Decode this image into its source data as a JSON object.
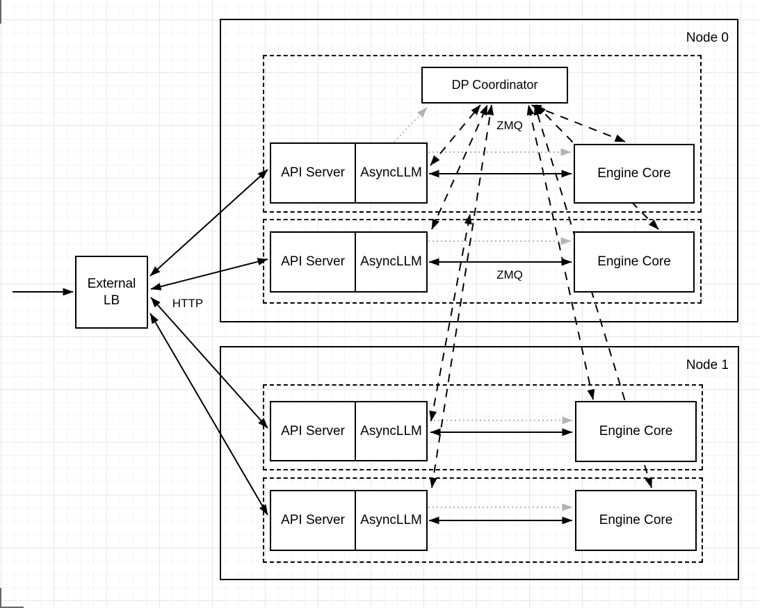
{
  "diagram": {
    "title_labels": {
      "node0": "Node 0",
      "node1": "Node 1"
    },
    "external_lb": {
      "label": "External LB"
    },
    "coordinator": {
      "label": "DP Coordinator"
    },
    "ranks": [
      {
        "api": "API Server",
        "async": "AsyncLLM",
        "engine": "Engine Core"
      },
      {
        "api": "API Server",
        "async": "AsyncLLM",
        "engine": "Engine Core"
      },
      {
        "api": "API Server",
        "async": "AsyncLLM",
        "engine": "Engine Core"
      },
      {
        "api": "API Server",
        "async": "AsyncLLM",
        "engine": "Engine Core"
      }
    ],
    "edge_labels": {
      "zmq_coordinator": "ZMQ",
      "zmq_rank2": "ZMQ",
      "http": "HTTP"
    },
    "edges": [
      {
        "from": "client",
        "to": "external-lb",
        "style": "solid-arrow"
      },
      {
        "from": "external-lb",
        "to": "api-server-rank1",
        "style": "solid-bidirectional",
        "label": "HTTP"
      },
      {
        "from": "external-lb",
        "to": "api-server-rank2",
        "style": "solid-bidirectional"
      },
      {
        "from": "external-lb",
        "to": "api-server-rank3",
        "style": "solid-bidirectional"
      },
      {
        "from": "external-lb",
        "to": "api-server-rank4",
        "style": "solid-bidirectional"
      },
      {
        "from": "asyncllm-rank1",
        "to": "engine-core-rank1",
        "style": "solid-bidirectional",
        "label": "ZMQ"
      },
      {
        "from": "asyncllm-rank2",
        "to": "engine-core-rank2",
        "style": "solid-bidirectional",
        "label": "ZMQ"
      },
      {
        "from": "asyncllm-rank3",
        "to": "engine-core-rank3",
        "style": "solid-bidirectional"
      },
      {
        "from": "asyncllm-rank4",
        "to": "engine-core-rank4",
        "style": "solid-bidirectional"
      },
      {
        "from": "asyncllm-rank1",
        "to": "engine-core-rank1",
        "style": "dotted-gray"
      },
      {
        "from": "asyncllm-rank2",
        "to": "engine-core-rank2",
        "style": "dotted-gray"
      },
      {
        "from": "asyncllm-rank3",
        "to": "engine-core-rank3",
        "style": "dotted-gray"
      },
      {
        "from": "asyncllm-rank4",
        "to": "engine-core-rank4",
        "style": "dotted-gray"
      },
      {
        "from": "asyncllm-rank1",
        "to": "dp-coordinator",
        "style": "dotted-gray"
      },
      {
        "from": "dp-coordinator",
        "to": "asyncllm-rank1",
        "style": "dashed-bidirectional"
      },
      {
        "from": "dp-coordinator",
        "to": "asyncllm-rank2",
        "style": "dashed-bidirectional"
      },
      {
        "from": "dp-coordinator",
        "to": "asyncllm-rank3",
        "style": "dashed-bidirectional"
      },
      {
        "from": "dp-coordinator",
        "to": "asyncllm-rank4",
        "style": "dashed-bidirectional"
      },
      {
        "from": "dp-coordinator",
        "to": "engine-core-rank1",
        "style": "dashed-bidirectional"
      },
      {
        "from": "dp-coordinator",
        "to": "engine-core-rank2",
        "style": "dashed-bidirectional"
      },
      {
        "from": "dp-coordinator",
        "to": "engine-core-rank3",
        "style": "dashed-bidirectional"
      },
      {
        "from": "dp-coordinator",
        "to": "engine-core-rank4",
        "style": "dashed-bidirectional"
      }
    ],
    "colors": {
      "stroke": "#000000",
      "dotted_gray": "#b3b3b3",
      "box_fill": "#ffffff",
      "grid_minor": "#f5f5f5",
      "grid_major": "#e7e7e7"
    }
  }
}
